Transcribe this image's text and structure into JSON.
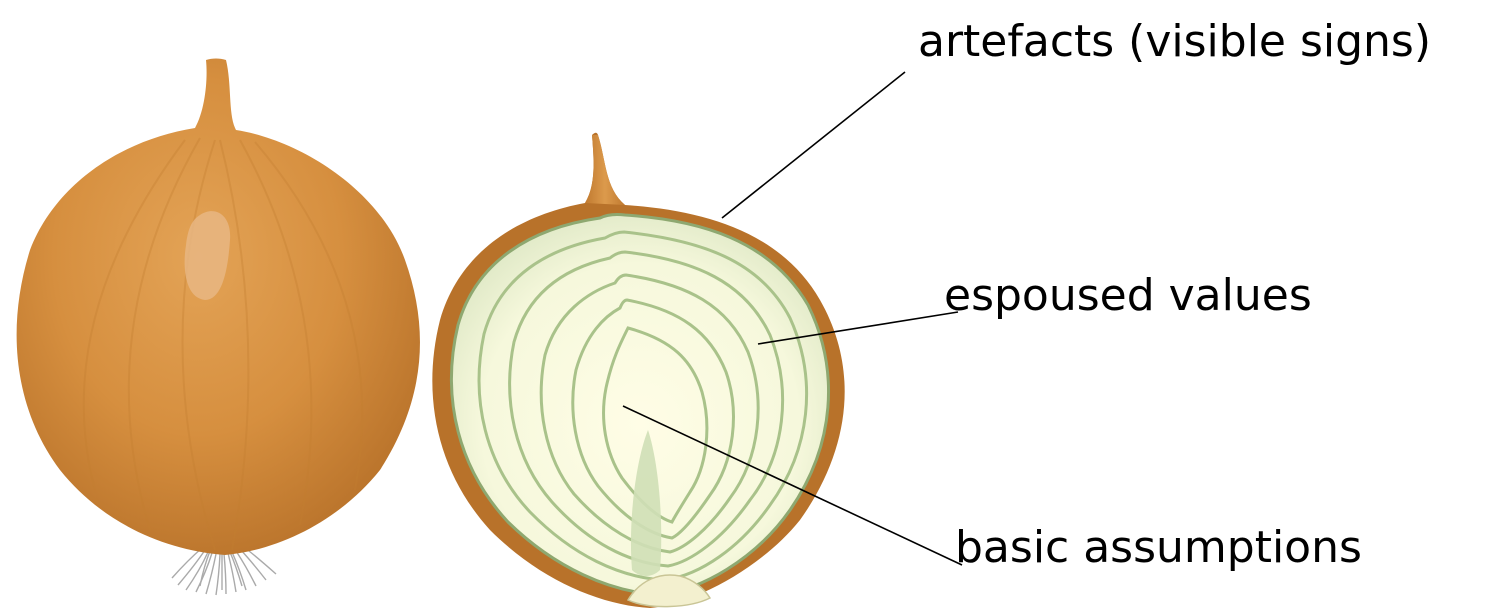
{
  "diagram": {
    "labels": {
      "artefacts": "artefacts (visible signs)",
      "espoused_values": "espoused values",
      "basic_assumptions": "basic assumptions"
    }
  },
  "colors": {
    "skin_main": "#d68f3f",
    "skin_dark": "#b8722a",
    "skin_light": "#e3a356",
    "skin_highlight": "#e6b07a",
    "inner_light": "#fefbe0",
    "ring_green": "#c9d9ae",
    "ring_dark": "#8ea870",
    "root": "#b5b5b5"
  }
}
